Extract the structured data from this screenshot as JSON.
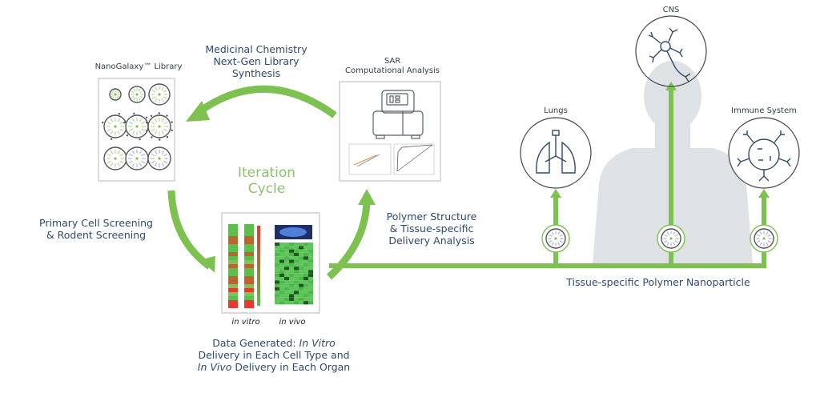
{
  "title_center": {
    "line1": "Iteration",
    "line2": "Cycle"
  },
  "library": {
    "label": "NanoGalaxy™ Library",
    "grid_rows": 3,
    "grid_cols": 3
  },
  "medicinal_chemistry": {
    "line1": "Medicinal Chemistry",
    "line2": "Next-Gen Library",
    "line3": "Synthesis"
  },
  "sar": {
    "line1": "SAR",
    "line2": "Computational Analysis"
  },
  "screening": {
    "line1": "Primary Cell Screening",
    "line2": "& Rodent Screening"
  },
  "polymer_analysis": {
    "line1": "Polymer Structure",
    "line2": "& Tissue-specific",
    "line3": "Delivery Analysis"
  },
  "data_panel": {
    "in_vitro_label": "in vitro",
    "in_vivo_label": "in vivo"
  },
  "data_generated": {
    "line1_prefix": "Data Generated: ",
    "line1_italic": "In Vitro",
    "line2": "Delivery in Each Cell Type and",
    "line3_italic": "In Vivo",
    "line3_suffix": " Delivery in Each Organ"
  },
  "organs": [
    {
      "label": "Lungs",
      "icon": "lungs-icon"
    },
    {
      "label": "CNS",
      "icon": "neuron-icon"
    },
    {
      "label": "Immune System",
      "icon": "immune-cell-icon"
    }
  ],
  "nanoparticle_label": "Tissue-specific Polymer Nanoparticle",
  "colors": {
    "accent_green": "#7dc150",
    "text_navy": "#2e4a6b",
    "label_green": "#8dc26b",
    "silhouette": "#dfe2e5",
    "icon_stroke": "#2f4b6a"
  }
}
